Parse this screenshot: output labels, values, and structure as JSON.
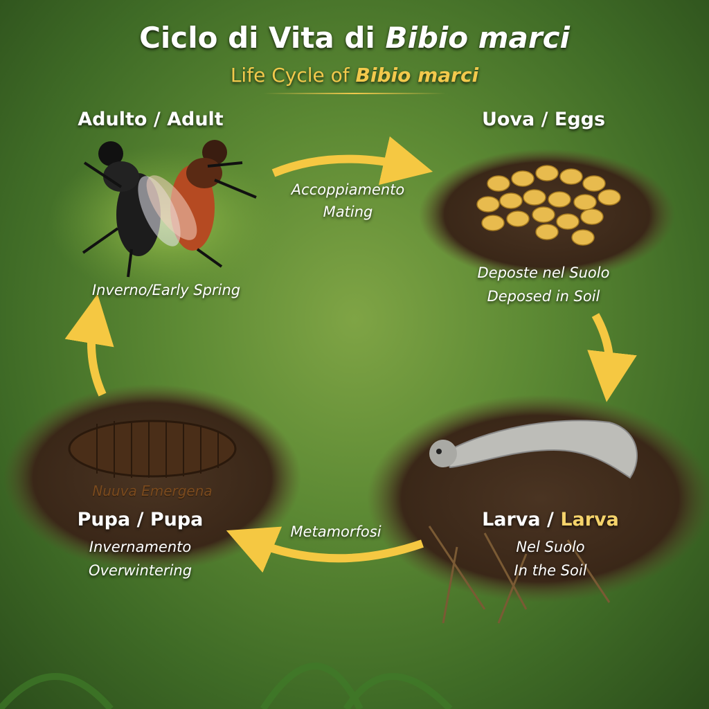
{
  "title": {
    "prefix": "Ciclo di Vita di ",
    "species": "Bibio marci"
  },
  "subtitle": {
    "prefix": "Life Cycle of ",
    "species": "Bibio marci"
  },
  "stages": {
    "adult": {
      "heading": "Adulto / Adult",
      "note": "Inverno/Early Spring"
    },
    "eggs": {
      "heading": "Uova / Eggs",
      "note_it": "Deposte nel Suolo",
      "note_en": "Deposed in Soil"
    },
    "larva": {
      "heading_it": "Larva / ",
      "heading_en": "Larva",
      "note_it": "Nel Suolo",
      "note_en": "In the Soil"
    },
    "pupa": {
      "heading": "Pupa / Pupa",
      "note_it": "Invernamento",
      "note_en": "Overwintering",
      "soil_label": "Nuuva Emergena"
    }
  },
  "transitions": {
    "mating_it": "Accoppiamento",
    "mating_en": "Mating",
    "metamorphosis": "Metamorfosi"
  },
  "colors": {
    "accent": "#f2c94c",
    "arrow": "#f5c842"
  }
}
